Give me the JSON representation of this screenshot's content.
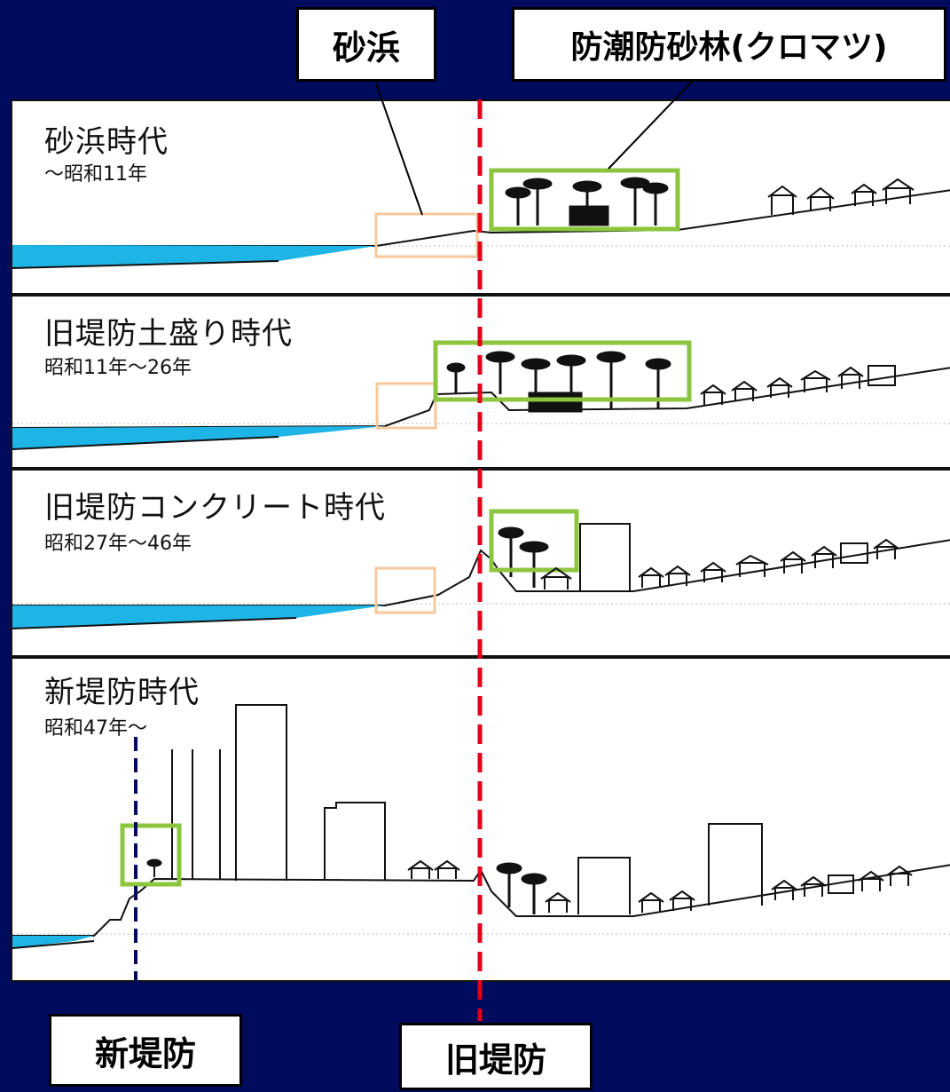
{
  "labels": {
    "sand_beach": "砂浜",
    "forest": "防潮防砂林(クロマツ)",
    "new_levee": "新堤防",
    "old_levee": "旧堤防"
  },
  "eras": [
    {
      "title": "砂浜時代",
      "period": "〜昭和11年"
    },
    {
      "title": "旧堤防土盛り時代",
      "period": "昭和11年〜26年"
    },
    {
      "title": "旧堤防コンクリート時代",
      "period": "昭和27年〜46年"
    },
    {
      "title": "新堤防時代",
      "period": "昭和47年〜"
    }
  ],
  "colors": {
    "background": "#000b5e",
    "sea": "#1eb4e6",
    "sand_highlight": "#f7c89b",
    "forest_highlight": "#8cc63f",
    "old_levee_line": "#e0001b",
    "new_levee_line": "#000b5e"
  }
}
